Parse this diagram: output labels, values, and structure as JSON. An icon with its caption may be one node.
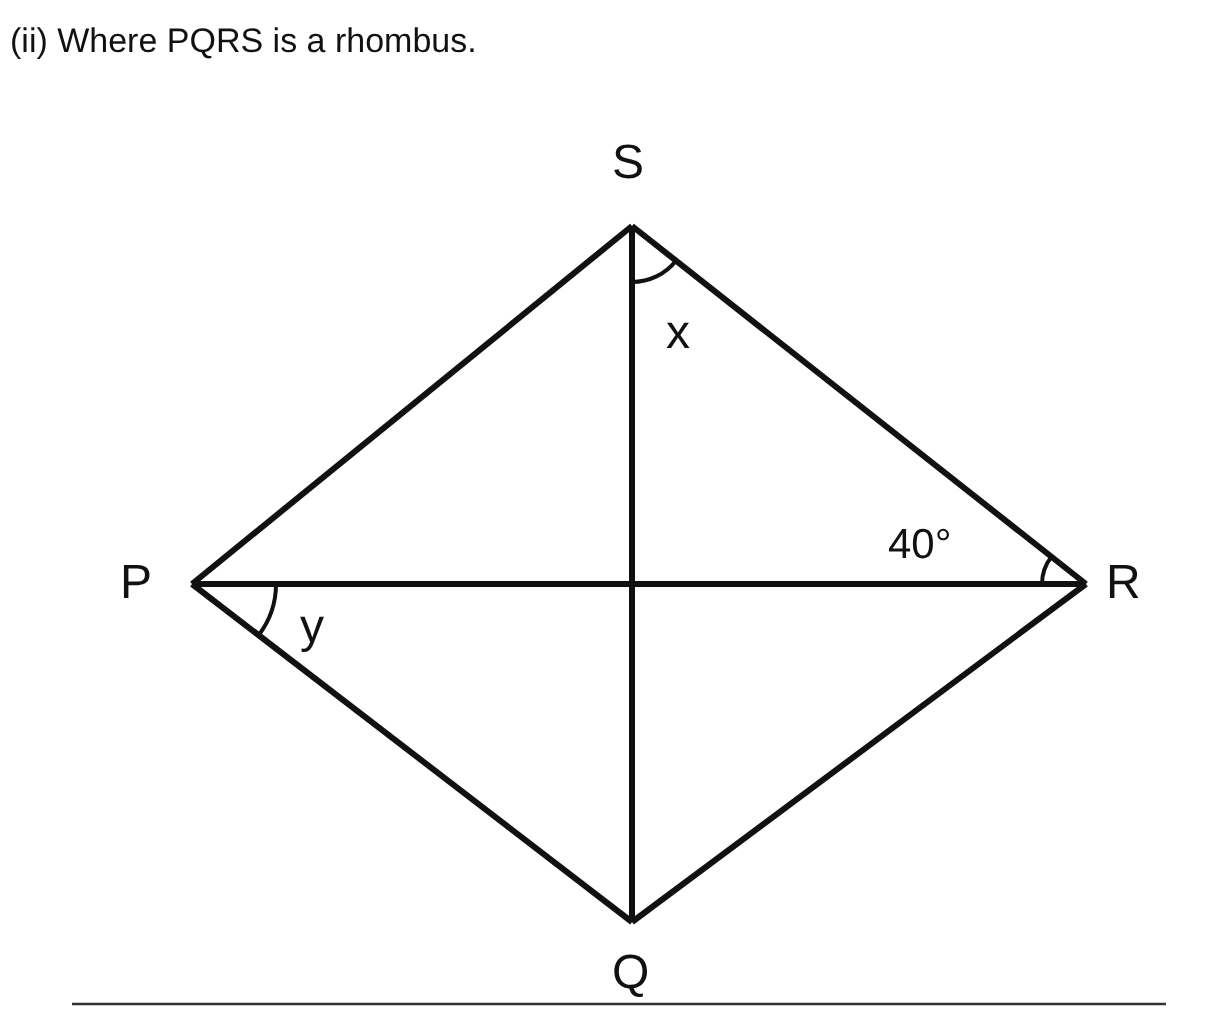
{
  "diagram": {
    "title": "(ii) Where PQRS is a rhombus.",
    "nodes": [
      {
        "text": [
          "S"
        ]
      },
      {
        "text": [
          "P"
        ]
      },
      {
        "text": [
          "R"
        ]
      },
      {
        "text": [
          "Q"
        ]
      }
    ],
    "edges": [
      {
        "from": 1,
        "to": 0,
        "arrow": "none"
      },
      {
        "from": 0,
        "to": 2,
        "arrow": "none"
      },
      {
        "from": 2,
        "to": 3,
        "arrow": "none"
      },
      {
        "from": 3,
        "to": 1,
        "arrow": "none"
      },
      {
        "from": 1,
        "to": 2,
        "arrow": "none"
      },
      {
        "from": 0,
        "to": 3,
        "arrow": "none"
      }
    ],
    "labels": [
      "x",
      "40°",
      "y"
    ]
  }
}
